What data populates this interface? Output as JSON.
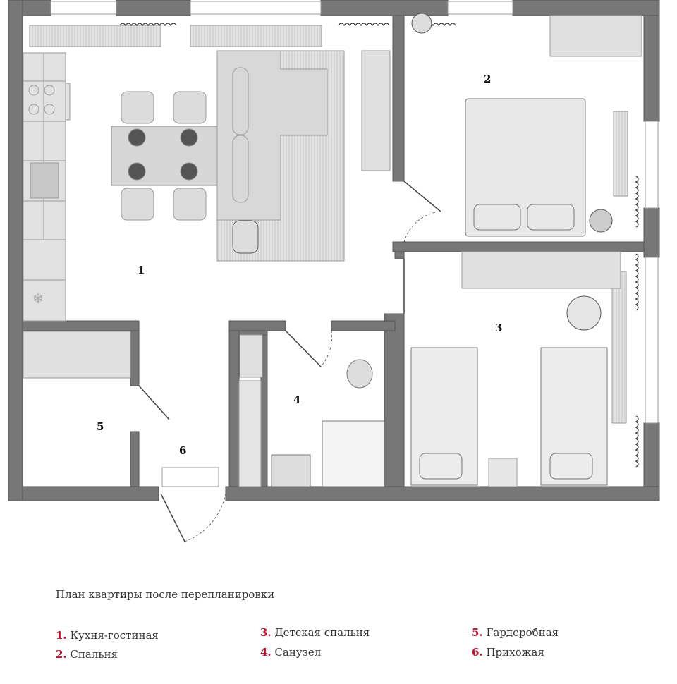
{
  "plan": {
    "rooms": [
      {
        "number": "1",
        "name": "Кухня-гостиная"
      },
      {
        "number": "2",
        "name": "Спальня"
      },
      {
        "number": "3",
        "name": "Детская спальня"
      },
      {
        "number": "4",
        "name": "Санузел"
      },
      {
        "number": "5",
        "name": "Гардеробная"
      },
      {
        "number": "6",
        "name": "Прихожая"
      }
    ]
  },
  "caption": "План квартиры после перепланировки",
  "legend": [
    {
      "num": "1.",
      "label": "Кухня-гостиная"
    },
    {
      "num": "2.",
      "label": "Спальня"
    },
    {
      "num": "3.",
      "label": "Детская спальня"
    },
    {
      "num": "4.",
      "label": "Санузел"
    },
    {
      "num": "5.",
      "label": "Гардеробная"
    },
    {
      "num": "6.",
      "label": "Прихожая"
    }
  ],
  "colors": {
    "wall": "#757575",
    "furniture": "#dcdcdc",
    "accent": "#c8102e"
  }
}
